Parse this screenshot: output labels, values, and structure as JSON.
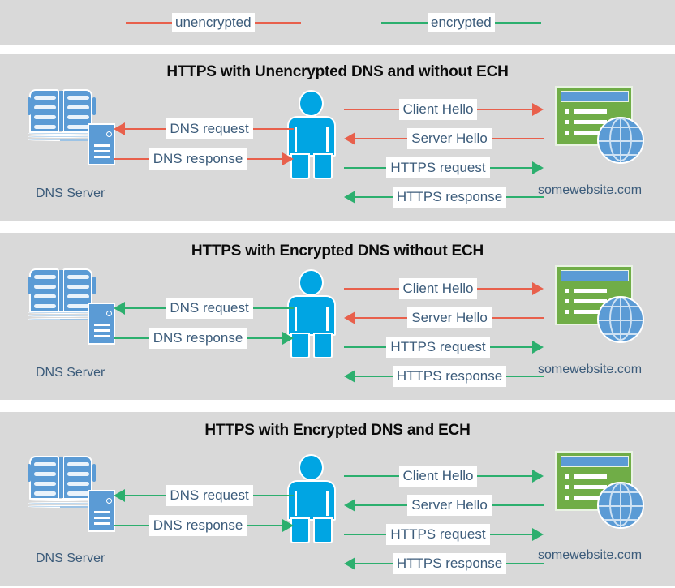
{
  "legend": {
    "items": [
      {
        "label": "unencrypted",
        "color": "#e8604c"
      },
      {
        "label": "encrypted",
        "color": "#2caf6e"
      }
    ]
  },
  "colors": {
    "panel_background": "#d9d9d9",
    "page_background": "#ffffff",
    "unencrypted": "#e8604c",
    "encrypted": "#2caf6e",
    "label_text": "#3b5b7a",
    "person": "#00a5e3",
    "dns_icon": "#5b9bd5",
    "website_window": "#70ad47",
    "title_text": "#0b0b0b"
  },
  "nodes": {
    "dns_label": "DNS Server",
    "website_label": "somewebsite.com",
    "dns_icon_name": "dns-server-icon",
    "client_icon_name": "person-icon",
    "website_icon_name": "website-icon"
  },
  "panels": [
    {
      "title": "HTTPS with Unencrypted DNS and without ECH",
      "dns_flows": [
        {
          "label": "DNS request",
          "direction": "left",
          "color": "unencrypted"
        },
        {
          "label": "DNS response",
          "direction": "right",
          "color": "unencrypted"
        }
      ],
      "web_flows": [
        {
          "label": "Client Hello",
          "direction": "right",
          "color": "unencrypted"
        },
        {
          "label": "Server Hello",
          "direction": "left",
          "color": "unencrypted"
        },
        {
          "label": "HTTPS request",
          "direction": "right",
          "color": "encrypted"
        },
        {
          "label": "HTTPS response",
          "direction": "left",
          "color": "encrypted"
        }
      ]
    },
    {
      "title": "HTTPS with Encrypted DNS without ECH",
      "dns_flows": [
        {
          "label": "DNS request",
          "direction": "left",
          "color": "encrypted"
        },
        {
          "label": "DNS response",
          "direction": "right",
          "color": "encrypted"
        }
      ],
      "web_flows": [
        {
          "label": "Client Hello",
          "direction": "right",
          "color": "unencrypted"
        },
        {
          "label": "Server Hello",
          "direction": "left",
          "color": "unencrypted"
        },
        {
          "label": "HTTPS request",
          "direction": "right",
          "color": "encrypted"
        },
        {
          "label": "HTTPS response",
          "direction": "left",
          "color": "encrypted"
        }
      ]
    },
    {
      "title": "HTTPS with Encrypted DNS and ECH",
      "dns_flows": [
        {
          "label": "DNS request",
          "direction": "left",
          "color": "encrypted"
        },
        {
          "label": "DNS response",
          "direction": "right",
          "color": "encrypted"
        }
      ],
      "web_flows": [
        {
          "label": "Client Hello",
          "direction": "right",
          "color": "encrypted"
        },
        {
          "label": "Server Hello",
          "direction": "left",
          "color": "encrypted"
        },
        {
          "label": "HTTPS request",
          "direction": "right",
          "color": "encrypted"
        },
        {
          "label": "HTTPS response",
          "direction": "left",
          "color": "encrypted"
        }
      ]
    }
  ]
}
